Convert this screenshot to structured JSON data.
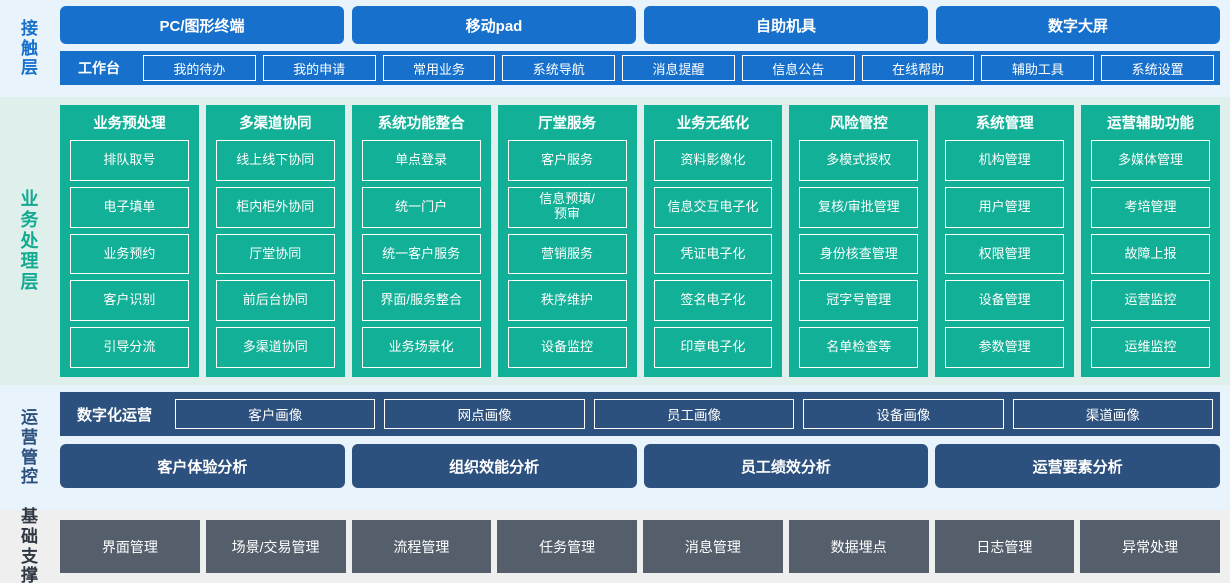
{
  "bands": {
    "contact": {
      "label": "接触层",
      "channels": [
        "PC/图形终端",
        "移动pad",
        "自助机具",
        "数字大屏"
      ],
      "workbench_title": "工作台",
      "workbench_items": [
        "我的待办",
        "我的申请",
        "常用业务",
        "系统导航",
        "消息提醒",
        "信息公告",
        "在线帮助",
        "辅助工具",
        "系统设置"
      ]
    },
    "business": {
      "label": "业务处理层",
      "columns": [
        {
          "title": "业务预处理",
          "items": [
            "排队取号",
            "电子填单",
            "业务预约",
            "客户识别",
            "引导分流"
          ]
        },
        {
          "title": "多渠道协同",
          "items": [
            "线上线下协同",
            "柜内柜外协同",
            "厅堂协同",
            "前后台协同",
            "多渠道协同"
          ]
        },
        {
          "title": "系统功能整合",
          "items": [
            "单点登录",
            "统一门户",
            "统一客户服务",
            "界面/服务整合",
            "业务场景化"
          ]
        },
        {
          "title": "厅堂服务",
          "items": [
            "客户服务",
            "信息预填/\n预审",
            "营销服务",
            "秩序维护",
            "设备监控"
          ]
        },
        {
          "title": "业务无纸化",
          "items": [
            "资料影像化",
            "信息交互电子化",
            "凭证电子化",
            "签名电子化",
            "印章电子化"
          ]
        },
        {
          "title": "风险管控",
          "items": [
            "多模式授权",
            "复核/审批管理",
            "身份核查管理",
            "冠字号管理",
            "名单检查等"
          ]
        },
        {
          "title": "系统管理",
          "items": [
            "机构管理",
            "用户管理",
            "权限管理",
            "设备管理",
            "参数管理"
          ]
        },
        {
          "title": "运营辅助功能",
          "items": [
            "多媒体管理",
            "考培管理",
            "故障上报",
            "运营监控",
            "运维监控"
          ]
        }
      ]
    },
    "ops": {
      "label": "运营管控",
      "portrait_title": "数字化运营",
      "portraits": [
        "客户画像",
        "网点画像",
        "员工画像",
        "设备画像",
        "渠道画像"
      ],
      "analyses": [
        "客户体验分析",
        "组织效能分析",
        "员工绩效分析",
        "运营要素分析"
      ]
    },
    "foundation": {
      "label": "基础支撑",
      "items": [
        "界面管理",
        "场景/交易管理",
        "流程管理",
        "任务管理",
        "消息管理",
        "数据埋点",
        "日志管理",
        "异常处理"
      ]
    }
  },
  "colors": {
    "contact_blue": "#1670CC",
    "contact_bg": "#E8F3FC",
    "business_green": "#12B096",
    "business_bg": "#DFF0EC",
    "ops_navy": "#2D517E",
    "ops_bg": "#E8F3FC",
    "foundation_gray": "#555E6B",
    "foundation_bg": "#EFEFEF"
  }
}
